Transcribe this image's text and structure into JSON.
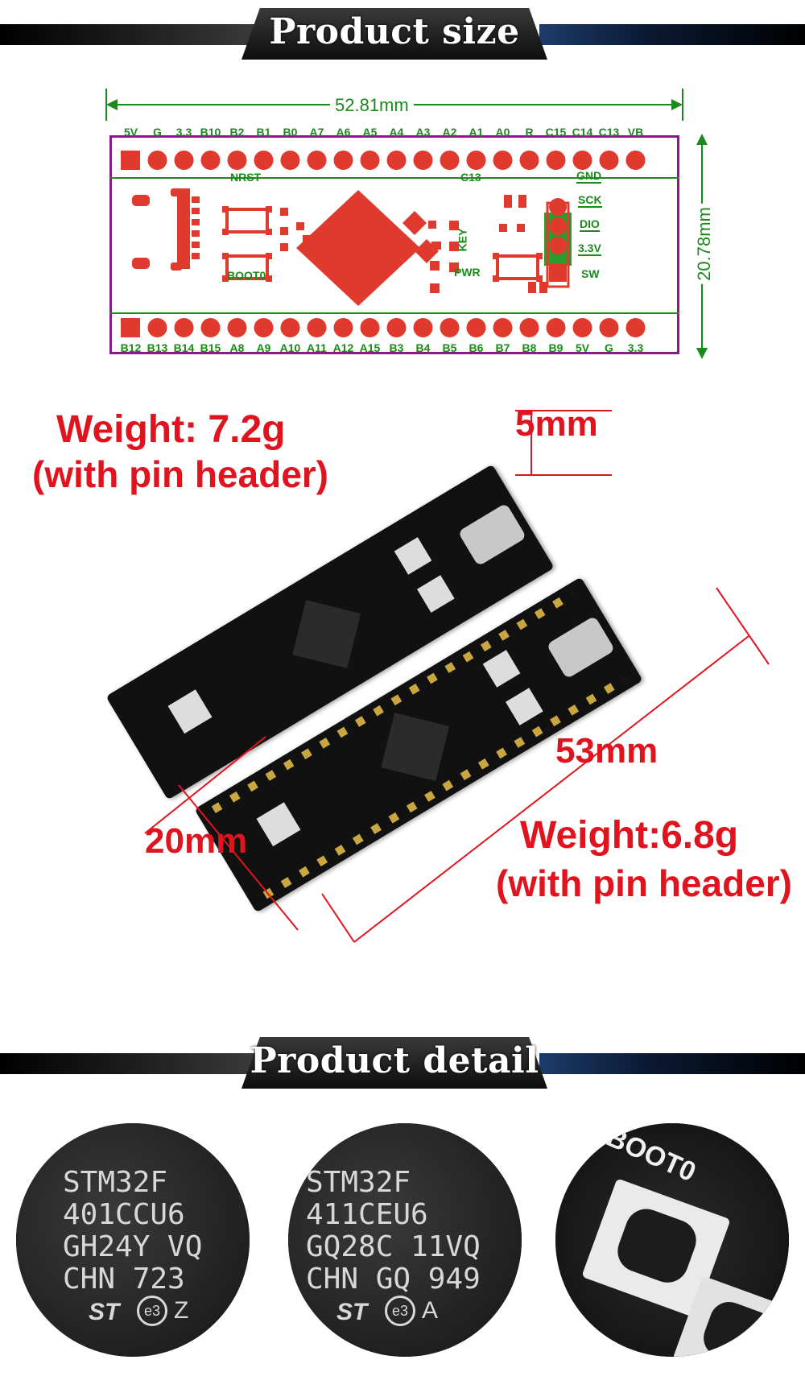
{
  "banners": {
    "size_title": "Product size",
    "detail_title": "Product detail"
  },
  "dimensions": {
    "length": "52.81mm",
    "width": "20.78mm",
    "usb_height": "5mm",
    "board_length": "53mm",
    "board_width": "20mm"
  },
  "top_pins": [
    "5V",
    "G",
    "3.3",
    "B10",
    "B2",
    "B1",
    "B0",
    "A7",
    "A6",
    "A5",
    "A4",
    "A3",
    "A2",
    "A1",
    "A0",
    "R",
    "C15",
    "C14",
    "C13",
    "VB"
  ],
  "bottom_pins": [
    "B12",
    "B13",
    "B14",
    "B15",
    "A8",
    "A9",
    "A10",
    "A11",
    "A12",
    "A15",
    "B3",
    "B4",
    "B5",
    "B6",
    "B7",
    "B8",
    "B9",
    "5V",
    "G",
    "3.3"
  ],
  "board_labels": {
    "nrst": "NRST",
    "boot0": "BOOT0",
    "c13": "C13",
    "key": "KEY",
    "pwr": "PWR",
    "gnd": "GND",
    "sck": "SCK",
    "dio": "DIO",
    "v33": "3.3V",
    "sw": "SW"
  },
  "weights": {
    "w1_line1": "Weight: 7.2g",
    "w1_line2": "(with pin header)",
    "w2_line1": "Weight:6.8g",
    "w2_line2": "(with pin header)"
  },
  "chips": {
    "chip1": [
      "STM32F",
      "401CCU6",
      "GH24Y VQ",
      "CHN 723"
    ],
    "chip1_mark": "Z",
    "chip2": [
      "STM32F",
      "411CEU6",
      "GQ28C 11VQ",
      "CHN GQ 949"
    ],
    "chip2_mark": "A",
    "button_label": "BOOT0"
  },
  "colors": {
    "board_outline": "#8a1a8a",
    "pad_red": "#e03a2e",
    "label_green": "#1b8a1b",
    "accent_red": "#e0141e"
  }
}
